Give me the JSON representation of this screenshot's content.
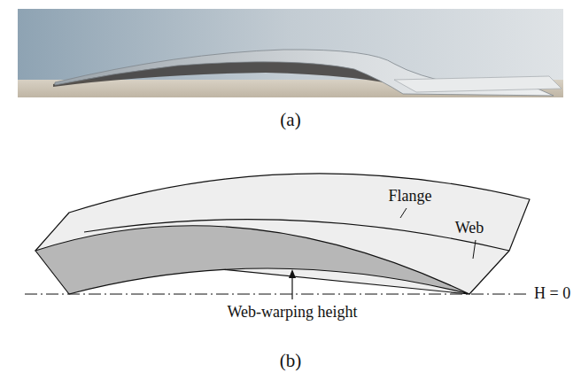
{
  "diagram": {
    "labels": [
      "(a)",
      "Flange",
      "Web",
      "Web-warping height",
      "H = 0",
      "(b)"
    ]
  }
}
